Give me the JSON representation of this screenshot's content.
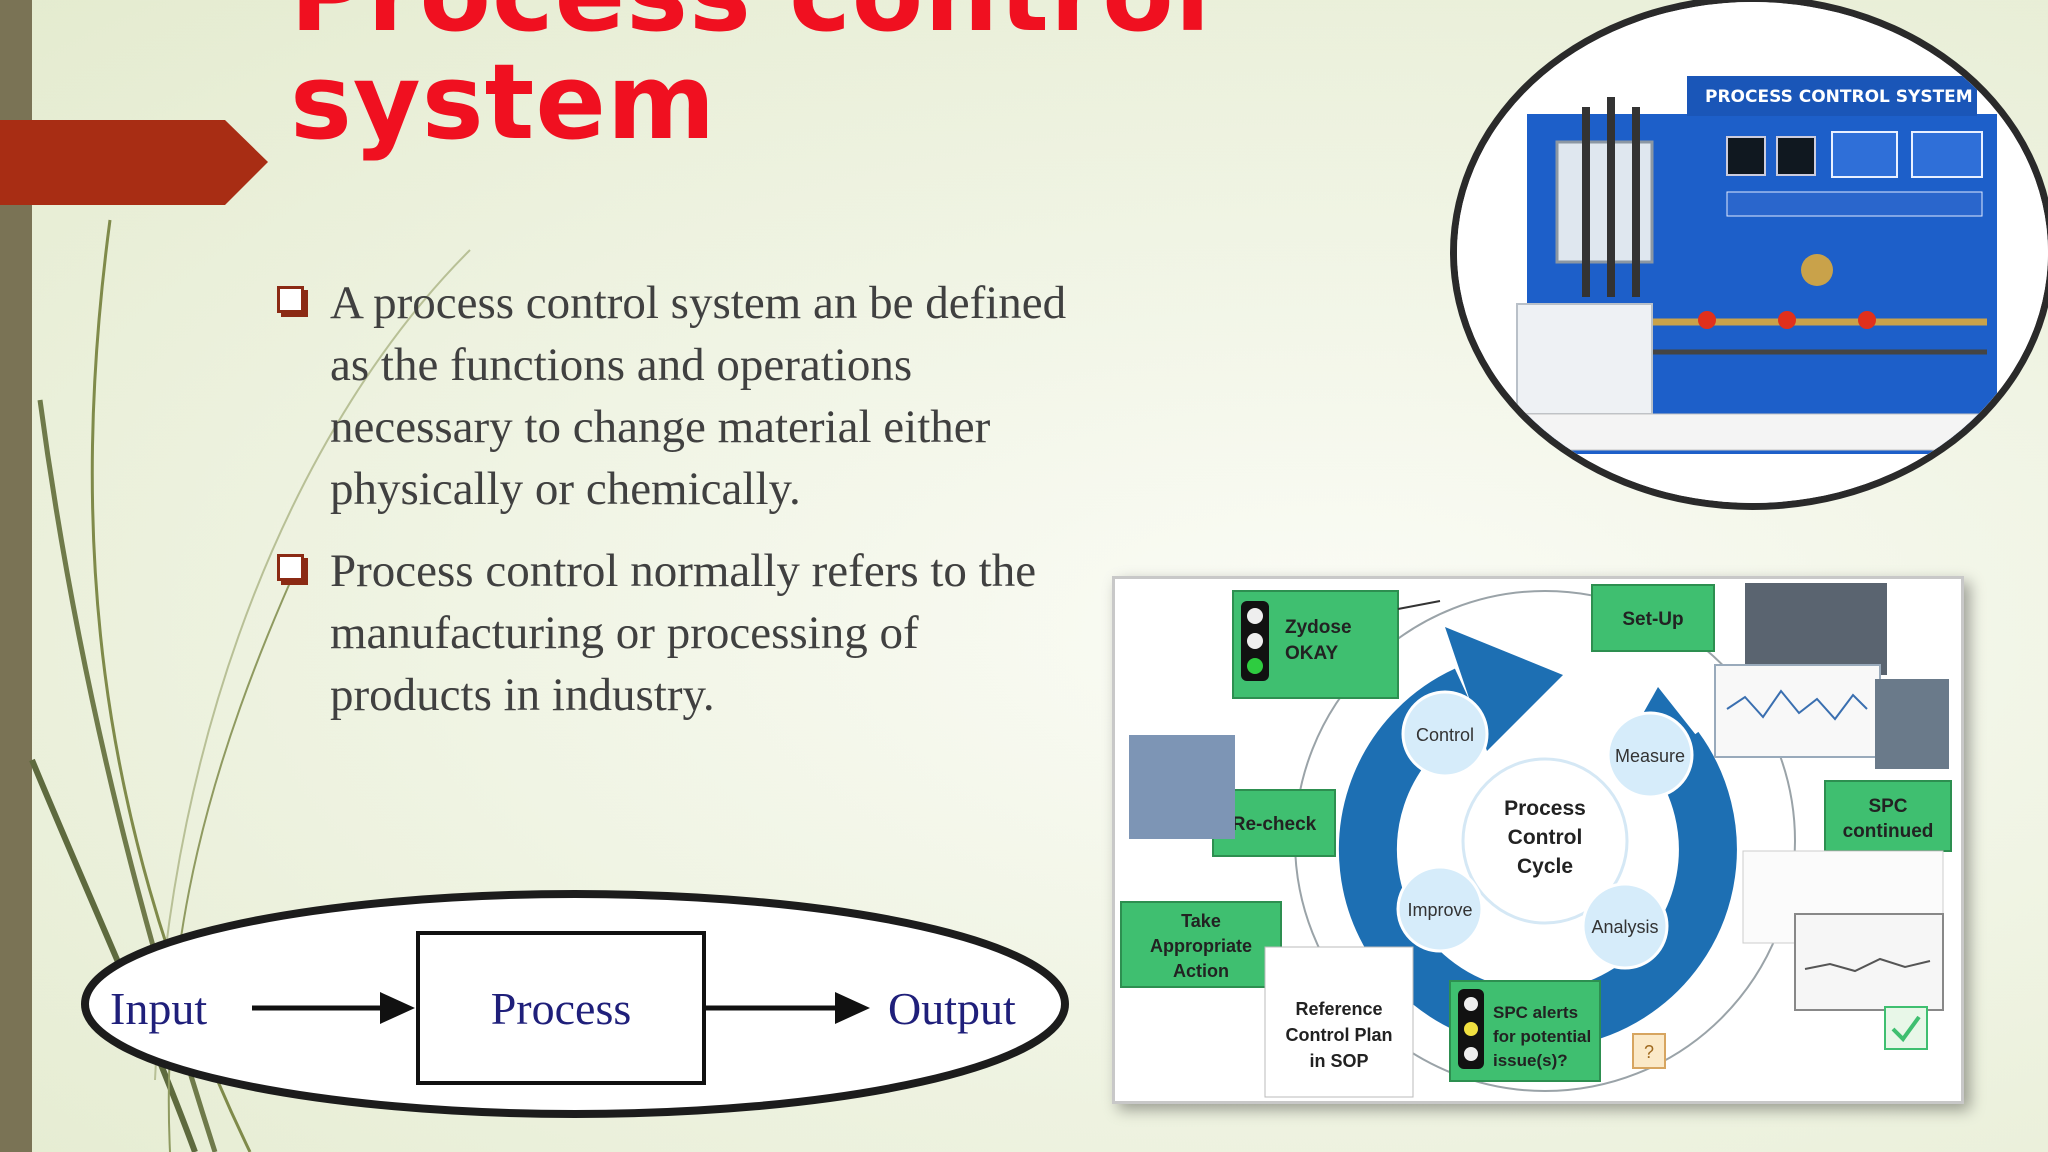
{
  "slide": {
    "title_line1": "Process control",
    "title_line2": "system",
    "bullets": [
      "A process control system an be defined as the functions and operations necessary to change material either physically or chemically.",
      "Process control normally refers to the manufacturing or processing of products in industry."
    ]
  },
  "equipment_image": {
    "panel_label": "PROCESS CONTROL SYSTEM"
  },
  "cycle_diagram": {
    "center_line1": "Process",
    "center_line2": "Control",
    "center_line3": "Cycle",
    "stages": [
      "Control",
      "Measure",
      "Analysis",
      "Improve"
    ],
    "boxes": {
      "zydose_line1": "Zydose",
      "zydose_line2": "OKAY",
      "setup": "Set-Up",
      "recheck": "Re-check",
      "spc_cont_line1": "SPC",
      "spc_cont_line2": "continued",
      "take_line1": "Take",
      "take_line2": "Appropriate",
      "take_line3": "Action",
      "ref_line1": "Reference",
      "ref_line2": "Control Plan",
      "ref_line3": "in SOP",
      "alerts_line1": "SPC alerts",
      "alerts_line2": "for potential",
      "alerts_line3": "issue(s)?"
    }
  },
  "flow_diagram": {
    "input": "Input",
    "process": "Process",
    "output": "Output"
  },
  "colors": {
    "title": "#f01020",
    "accent_tab": "#a82d14",
    "bullet_box": "#8b2a14",
    "cycle_blue": "#1d6fb3",
    "box_green": "#3fbf70",
    "flow_text": "#1f1f7a"
  }
}
